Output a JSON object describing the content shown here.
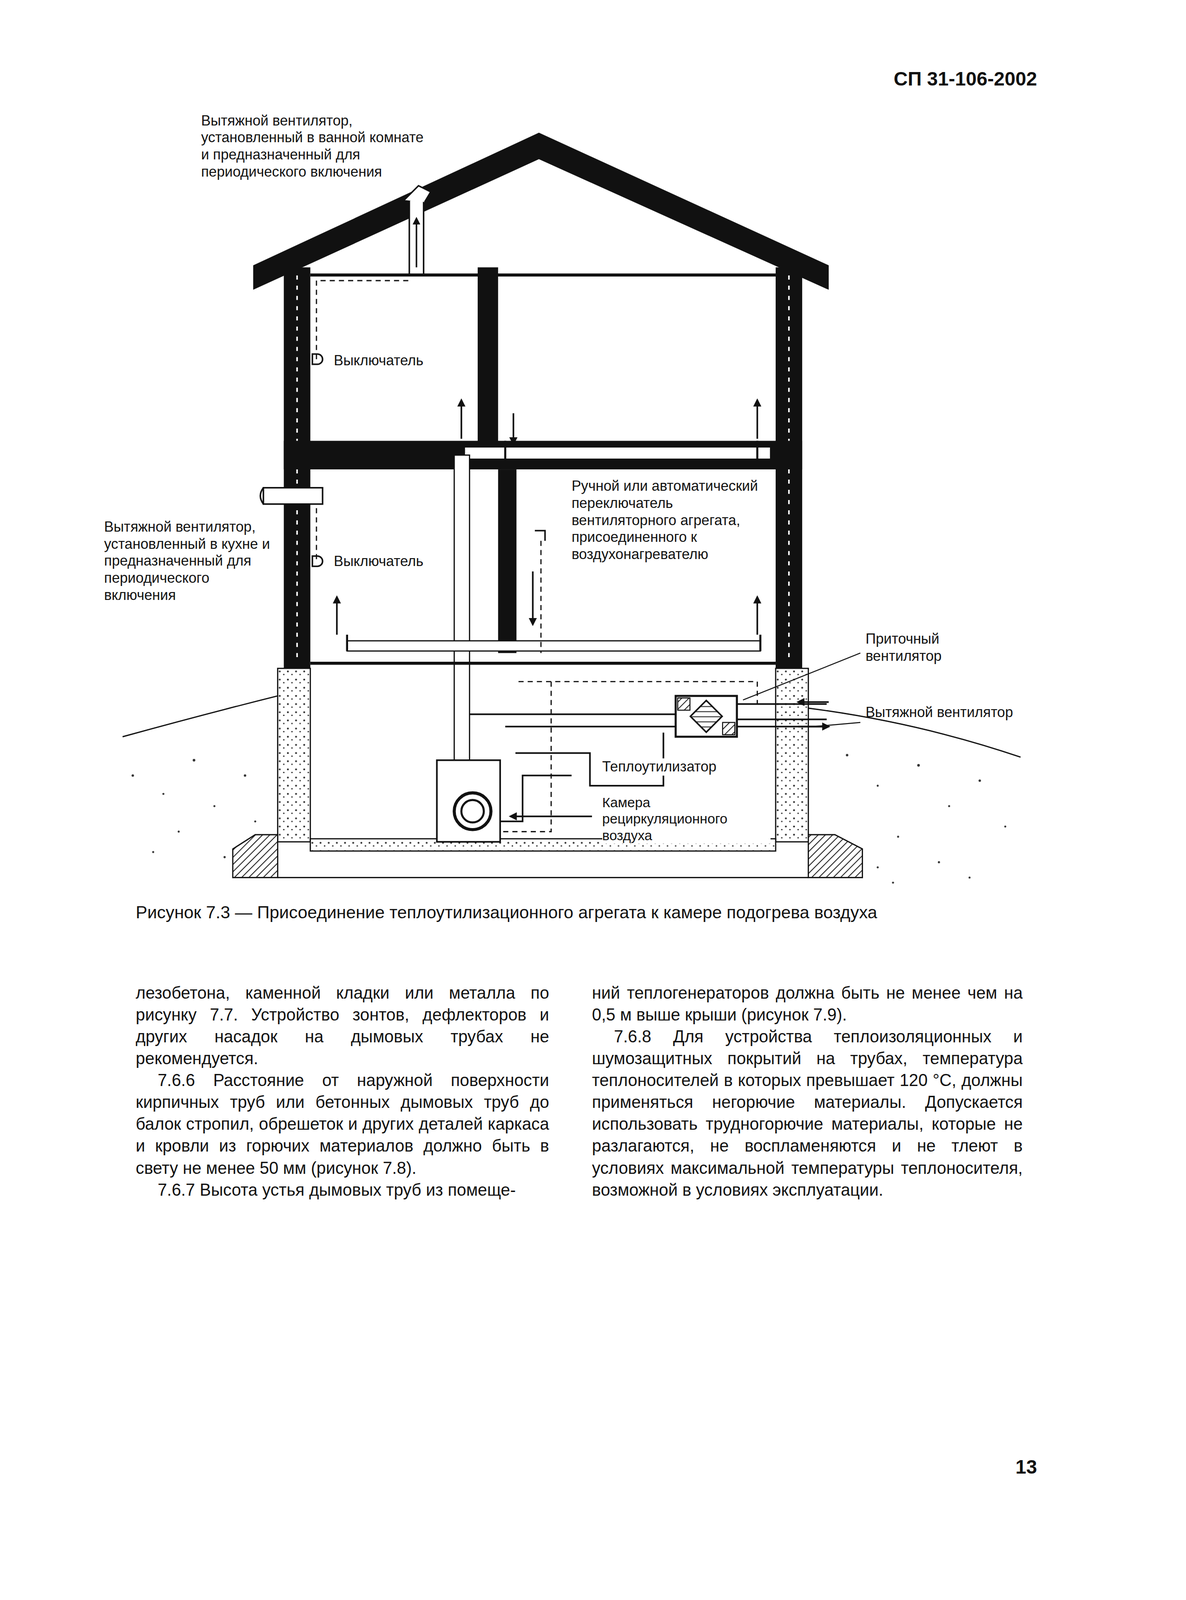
{
  "diagram": {
    "caption": "Рисунок 7.3 — Присоединение теплоутилизационного агрегата к камере подогрева воздуха",
    "labels": [
      "СП 31-106-2002",
      "Вытяжной вентилятор, установленный в ванной комнате и предназначенный для периодического включения",
      "Выключатель",
      "Вытяжной вентилятор, установленный в кухне и предназначенный для периодического включения",
      "Выключатель",
      "Ручной или автоматический переключатель вентиляторного агрегата, присоединенного к воздухонагревателю",
      "Приточный вентилятор",
      "Вытяжной вентилятор",
      "Теплоутилизатор",
      "Камера рециркуляционного воздуха",
      "лезобетона, каменной кладки или металла по рисунку 7.7. Устройство зонтов, дефлекторов и других насадок на дымовых трубах не рекомендуется.",
      "7.6.6 Расстояние от наружной поверхности кирпичных труб или бетонных дымовых труб до балок стропил, обрешеток и других деталей каркаса и кровли из горючих материалов должно быть в свету не менее 50 мм (рисунок 7.8).",
      "7.6.7 Высота устья дымовых труб из помеще-",
      "ний теплогенераторов должна быть не менее чем на 0,5 м выше крыши (рисунок 7.9).",
      "7.6.8 Для устройства теплоизоляционных и шумозащитных покрытий на трубах, температура теплоносителей в которых превышает 120 °С, должны применяться негорючие материалы. Допускается использовать трудногорючие материалы, которые не разлагаются, не воспламеняются и не тлеют в условиях максимальной температуры теплоносителя, возможной в условиях эксплуатации.",
      "13"
    ]
  }
}
